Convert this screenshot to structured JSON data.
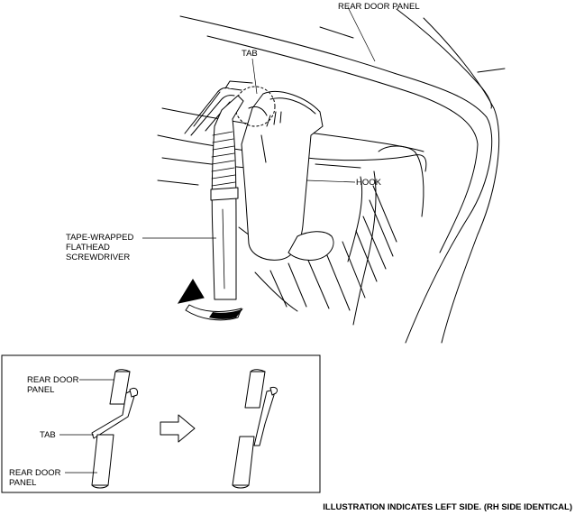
{
  "main_view": {
    "label_rear_door_panel": "REAR DOOR PANEL",
    "label_tab": "TAB",
    "label_hook": "HOOK",
    "label_tool_line1": "TAPE-WRAPPED",
    "label_tool_line2": "FLATHEAD",
    "label_tool_line3": "SCREWDRIVER"
  },
  "detail_inset": {
    "label_upper_panel_line1": "REAR DOOR",
    "label_upper_panel_line2": "PANEL",
    "label_tab": "TAB",
    "label_lower_panel_line1": "REAR DOOR",
    "label_lower_panel_line2": "PANEL"
  },
  "caption": "ILLUSTRATION INDICATES LEFT SIDE. (RH SIDE IDENTICAL)"
}
